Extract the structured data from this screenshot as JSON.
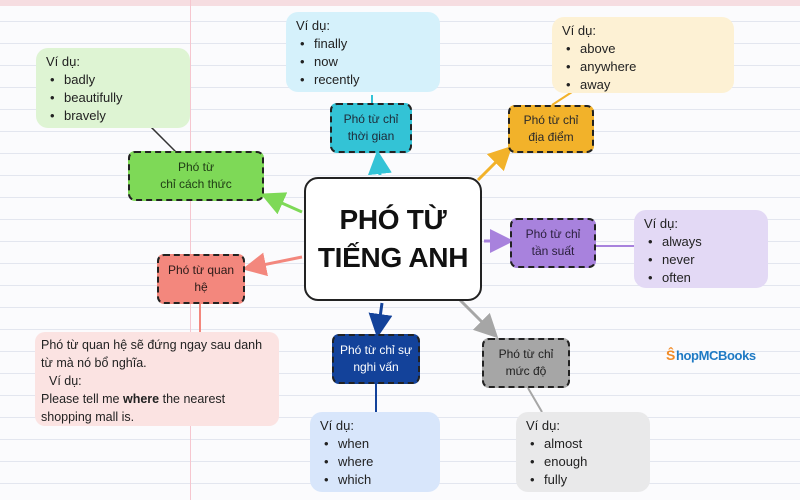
{
  "center": {
    "title": "PHÓ TỪ\nTIẾNG ANH"
  },
  "nodes": {
    "time": {
      "label": "Phó từ chỉ\nthời gian",
      "color": "#33c3d6"
    },
    "place": {
      "label": "Phó từ chỉ\nđịa điểm",
      "color": "#f2b22a"
    },
    "manner": {
      "label": "Phó từ\nchỉ cách thức",
      "color": "#7ed957"
    },
    "frequency": {
      "label": "Phó từ chỉ\ntần suất",
      "color": "#a882dd"
    },
    "relative": {
      "label": "Phó từ quan\nhệ",
      "color": "#f3877d"
    },
    "interrogative": {
      "label": "Phó từ chỉ sự\nnghi vấn",
      "color": "#13429a"
    },
    "degree": {
      "label": "Phó từ chỉ\nmức độ",
      "color": "#a6a6a6"
    }
  },
  "examples": {
    "heading": "Ví dụ:",
    "time": [
      "finally",
      "now",
      "recently"
    ],
    "place": [
      "above",
      "anywhere",
      "away"
    ],
    "manner": [
      "badly",
      "beautifully",
      "bravely"
    ],
    "frequency": [
      "always",
      "never",
      "often"
    ],
    "interrogative": [
      "when",
      "where",
      "which"
    ],
    "degree": [
      "almost",
      "enough",
      "fully"
    ]
  },
  "relative_note": {
    "line1": "Phó từ quan hệ  sẽ đứng ngay sau danh",
    "line2": "từ mà nó bổ nghĩa.",
    "example_label": "Ví dụ:",
    "sentence_before": "Please tell me ",
    "sentence_bold": "where",
    "sentence_after": " the nearest",
    "sentence_end": "shopping mall is."
  },
  "logo": {
    "mark": "Ŝ",
    "text": "hopMCBooks"
  },
  "colors": {
    "time_bg": "#d5f1fb",
    "place_bg": "#fdf1d4",
    "manner_bg": "#def4d3",
    "frequency_bg": "#e3d9f5",
    "interrogative_bg": "#d8e6fb",
    "degree_bg": "#e9e9ea",
    "relative_bg": "#fbe3e2"
  }
}
